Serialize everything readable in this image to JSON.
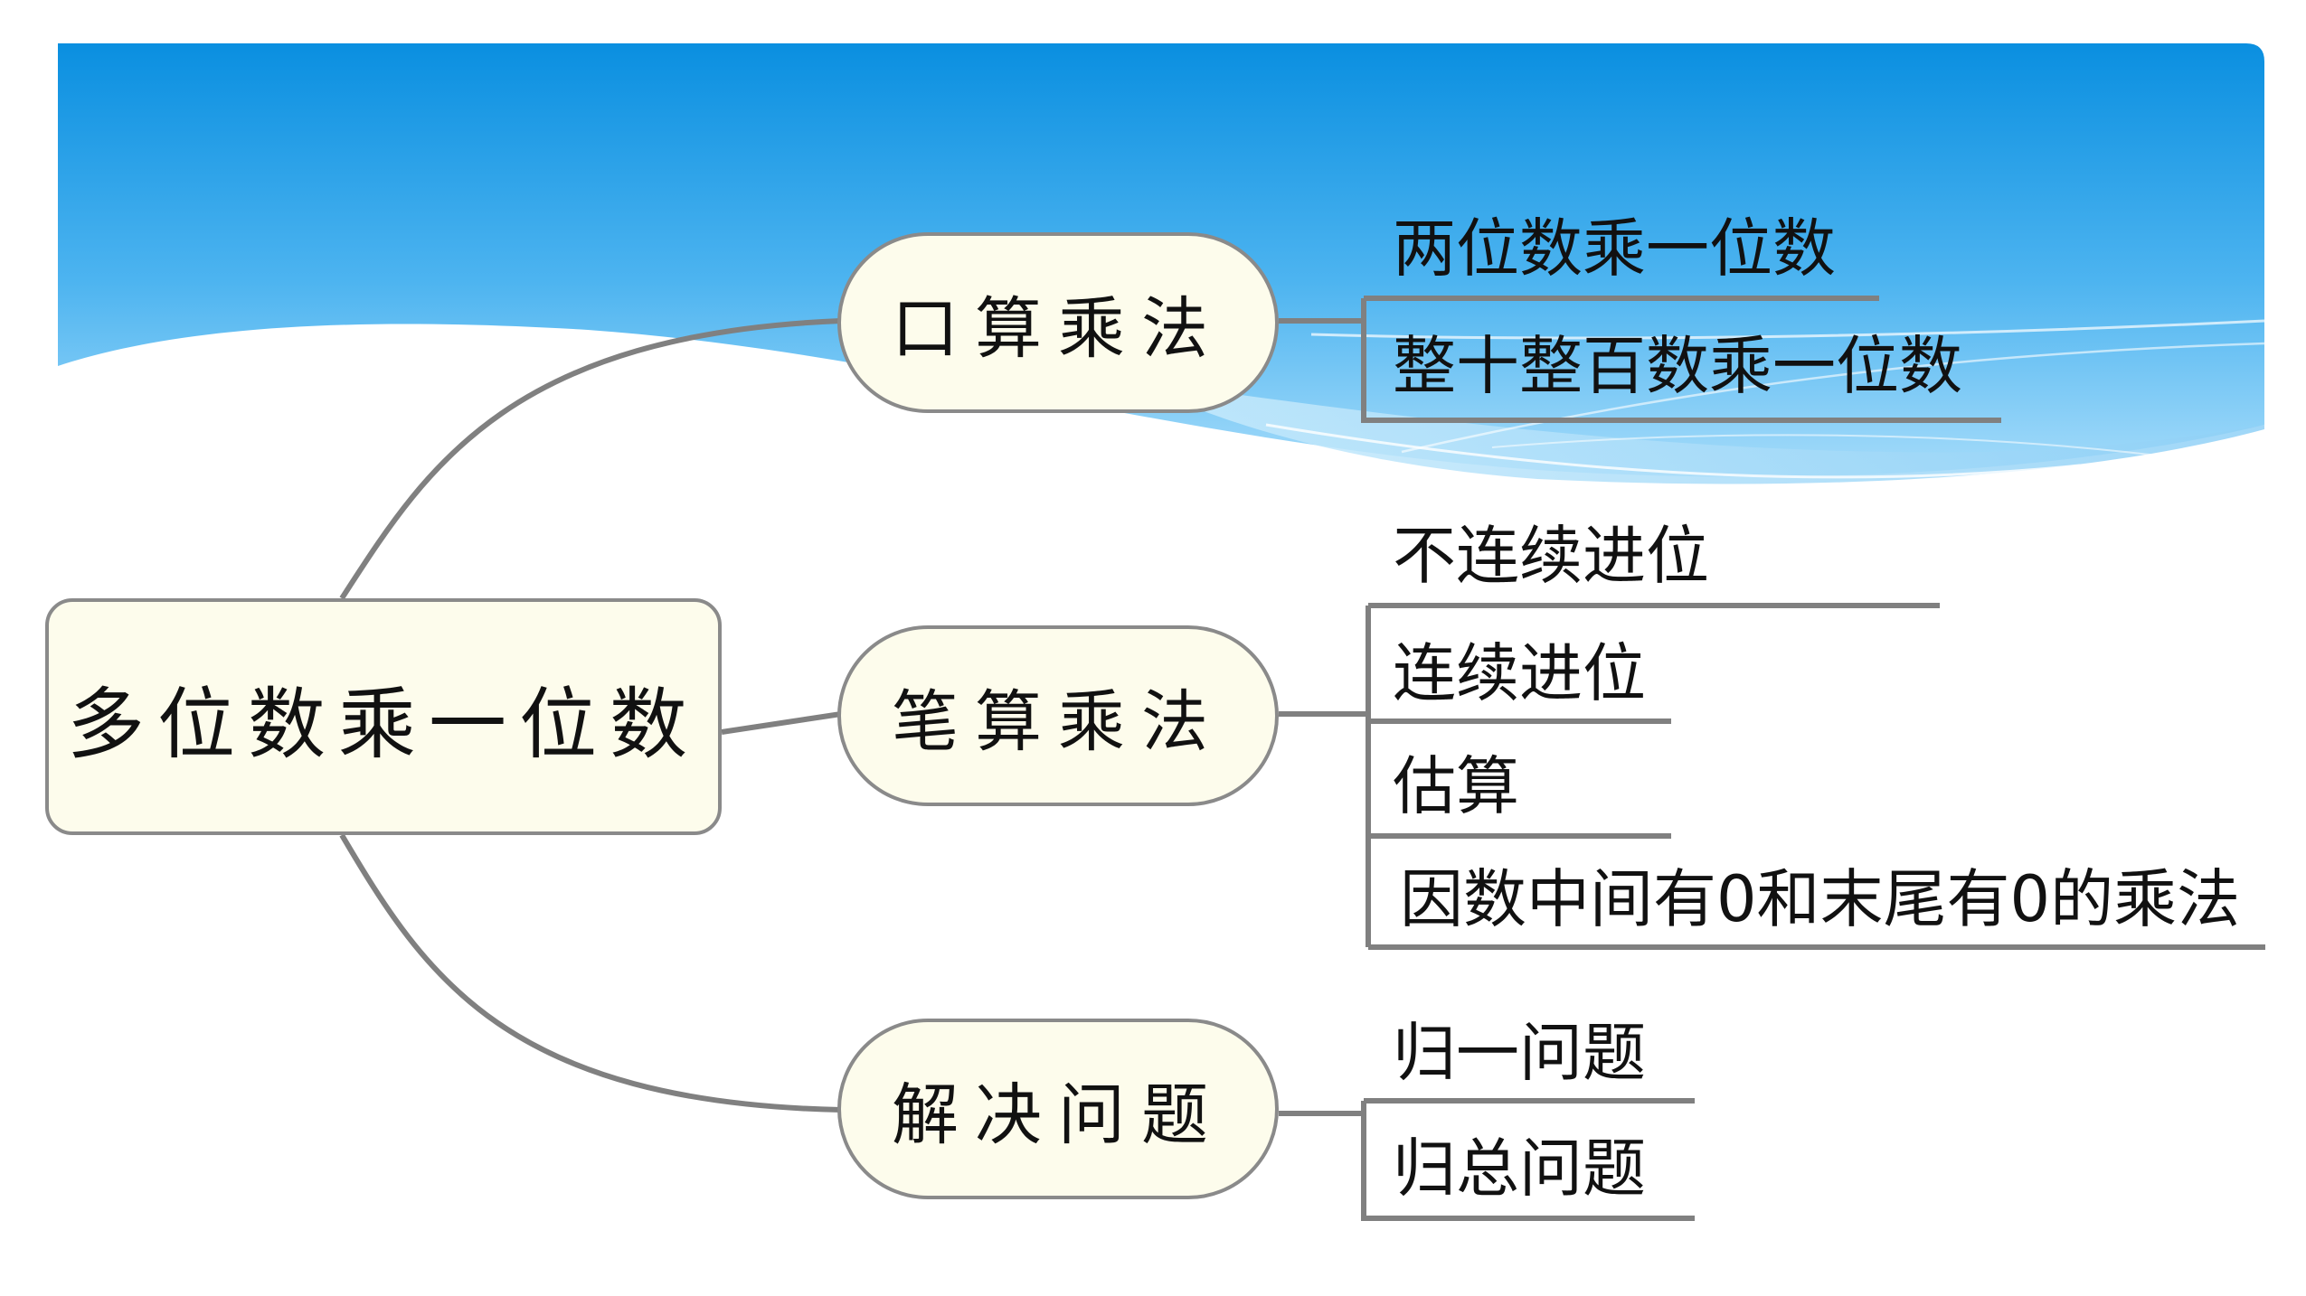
{
  "root": {
    "label": "多位数乘一位数"
  },
  "branches": [
    {
      "label": "口算乘法",
      "children": [
        "两位数乘一位数",
        "整十整百数乘一位数"
      ]
    },
    {
      "label": "笔算乘法",
      "children": [
        "不连续进位",
        "连续进位",
        "估算",
        "因数中间有0和末尾有0的乘法"
      ]
    },
    {
      "label": "解决问题",
      "children": [
        "归一问题",
        "归总问题"
      ]
    }
  ],
  "colors": {
    "node_fill": "#fdfcec",
    "node_border": "#8a8a8a",
    "connector": "#808080",
    "header_top": "#0a8fe0",
    "header_bottom": "#8fd2f8"
  }
}
